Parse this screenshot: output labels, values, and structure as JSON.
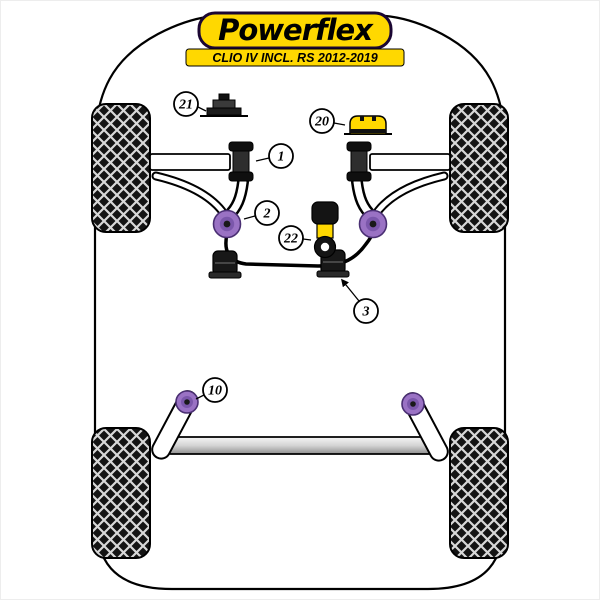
{
  "brand": {
    "logo_text": "Powerflex",
    "model_label": "CLIO IV INCL. RS 2012-2019",
    "logo_bg": "#ffd800",
    "logo_text_color": "#000000",
    "logo_border_color": "#1b0633"
  },
  "diagram": {
    "callouts": [
      {
        "label": "21",
        "part": "top-mount"
      },
      {
        "label": "20",
        "part": "jack-pad"
      },
      {
        "label": "1",
        "part": "front-arm-front-bush"
      },
      {
        "label": "2",
        "part": "front-arm-rear-bush"
      },
      {
        "label": "22",
        "part": "lower-torque-mount"
      },
      {
        "label": "3",
        "part": "anti-roll-bar-bush"
      },
      {
        "label": "10",
        "part": "rear-beam-bush"
      }
    ],
    "colors": {
      "bush_purple": "#9a72c4",
      "bush_purple_dark": "#4a2f73",
      "part_yellow": "#ffd800",
      "part_dark": "#161616",
      "beam_gray_light": "#f5f5f5",
      "beam_gray_dark": "#8f8f8f",
      "tire_black": "#141414",
      "outline": "#000000"
    }
  }
}
